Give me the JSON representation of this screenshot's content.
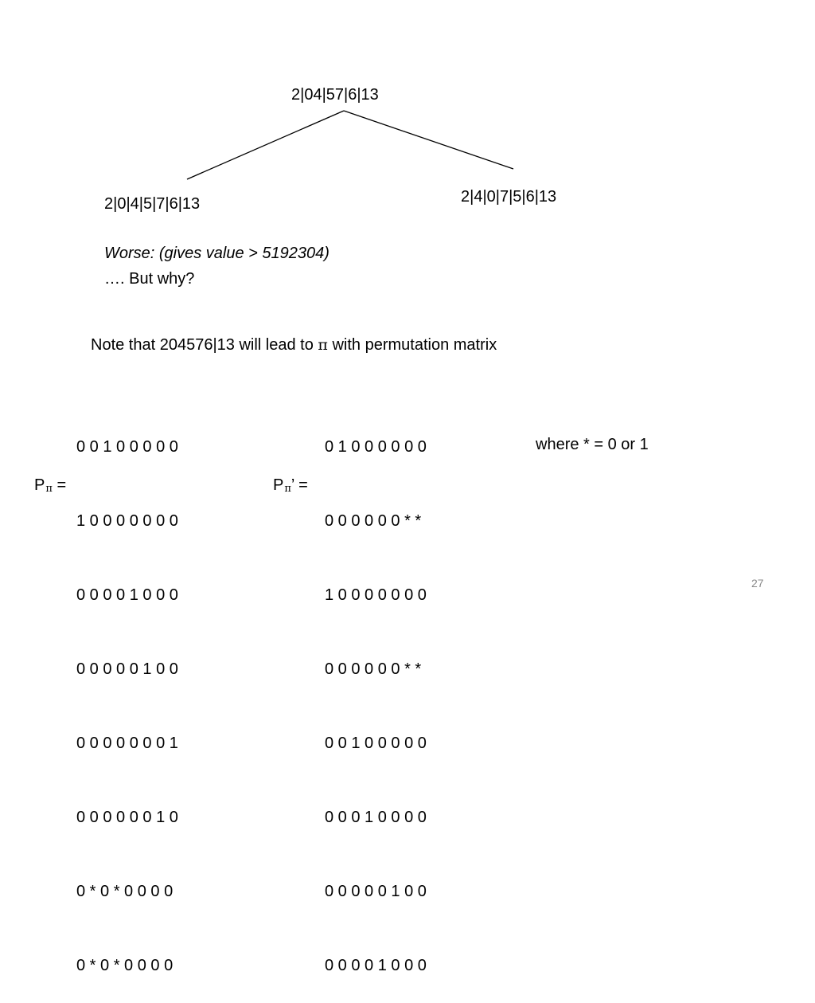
{
  "tree": {
    "root": "2|04|57|6|13",
    "left_child": "2|0|4|5|7|6|13",
    "right_child": "2|4|0|7|5|6|13"
  },
  "notes": {
    "worse": "Worse: (gives value > 5192304)",
    "why": "…. But why?",
    "note_prefix": "Note that 204576|13 will lead to",
    "pi_symbol": "π",
    "note_suffix": "with permutation matrix"
  },
  "matrix_p": {
    "label": "P",
    "label_sub": "π",
    "label_suffix": " =",
    "rows": [
      "0 0 1 0 0 0 0 0",
      "1 0 0 0 0 0 0 0",
      "0 0 0 0 1 0 0 0",
      "0 0 0 0 0 1 0 0",
      "0 0 0 0 0 0 0 1",
      "0 0 0 0 0 0 1 0",
      "0 * 0 * 0 0 0 0",
      "0 * 0 * 0 0 0 0"
    ]
  },
  "matrix_p_prime": {
    "label": "P",
    "label_sub": "π",
    "label_suffix": "’ =",
    "rows": [
      "0 1 0 0 0 0 0 0",
      "0 0 0 0 0 0 * *",
      "1 0 0 0 0 0 0 0",
      "0 0 0 0 0 0 * *",
      "0 0 1 0 0 0 0 0",
      "0 0 0 1 0 0 0 0",
      "0 0 0 0 0 1 0 0",
      "0 0 0 0 1 0 0 0"
    ]
  },
  "where_note": "where * = 0 or 1",
  "page_number": "27"
}
